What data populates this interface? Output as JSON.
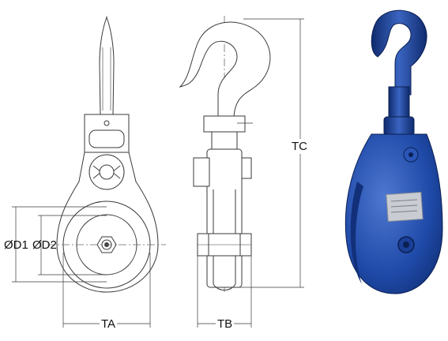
{
  "labels": {
    "d1": "ØD1",
    "d2": "ØD2",
    "ta": "TA",
    "tb": "TB",
    "tc": "TC"
  },
  "colors": {
    "line": "#3a3a3a",
    "centerline": "#6a6a6a",
    "body_blue": "#1f4aa8",
    "body_blue_dark": "#0f2b6e",
    "body_blue_light": "#4e78d0",
    "plate": "#c9ccd2"
  }
}
